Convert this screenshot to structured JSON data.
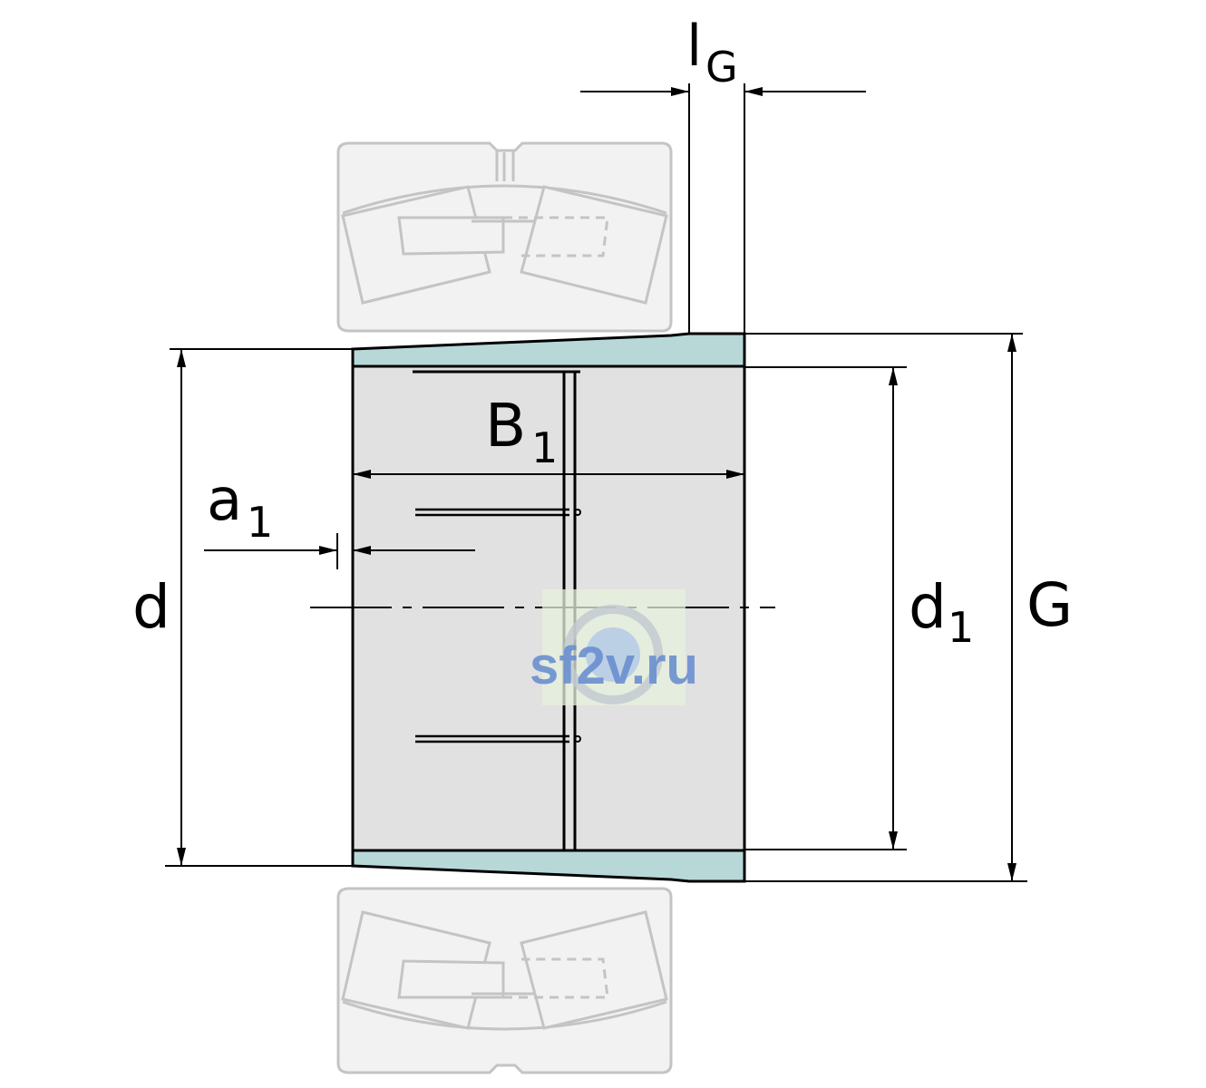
{
  "labels": {
    "lG_main": "l",
    "lG_sub": "G",
    "B1_main": "B",
    "B1_sub": "1",
    "a1_main": "a",
    "a1_sub": "1",
    "d": "d",
    "d1_main": "d",
    "d1_sub": "1",
    "G": "G"
  },
  "watermark": {
    "text": "sf2v.ru"
  },
  "colors": {
    "bearing_fill": "#f2f2f2",
    "bearing_stroke": "#c4c4c4",
    "sleeve_fill": "#e1e1e1",
    "taper_fill": "#b8d8d8",
    "watermark_text": "#6b8fd0",
    "watermark_bg": "#e6f0dc",
    "line": "#000000"
  }
}
